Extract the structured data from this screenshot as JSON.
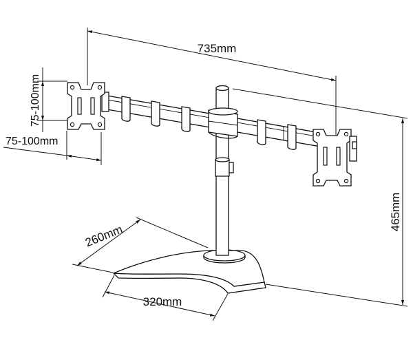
{
  "dimensions": {
    "overall_arm_span": "735mm",
    "vesa_vertical": "75-100mm",
    "vesa_horizontal": "75-100mm",
    "base_depth": "260mm",
    "base_width": "320mm",
    "overall_height": "465mm"
  },
  "colors": {
    "line": "#111111",
    "background": "#ffffff"
  }
}
